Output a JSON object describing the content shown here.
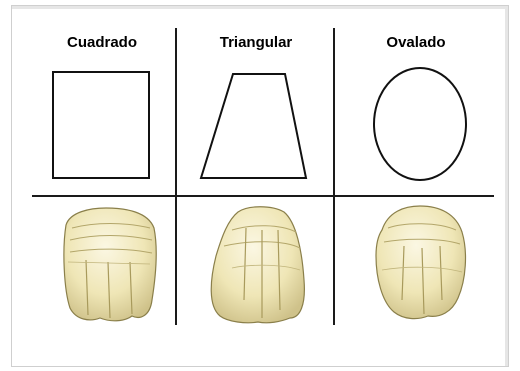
{
  "shapes": [
    {
      "label": "Cuadrado",
      "shape": "square-outline"
    },
    {
      "label": "Triangular",
      "shape": "trapezoid-outline"
    },
    {
      "label": "Ovalado",
      "shape": "oval-outline"
    }
  ],
  "colors": {
    "lines": "#1a1a1a",
    "tooth_fill": "#f2ecbf",
    "tooth_shadow": "#c9bd7a",
    "tooth_outline": "#8a7f4a"
  },
  "tooth_images": [
    "square-incisor-drawing",
    "triangular-incisor-drawing",
    "oval-incisor-drawing"
  ]
}
